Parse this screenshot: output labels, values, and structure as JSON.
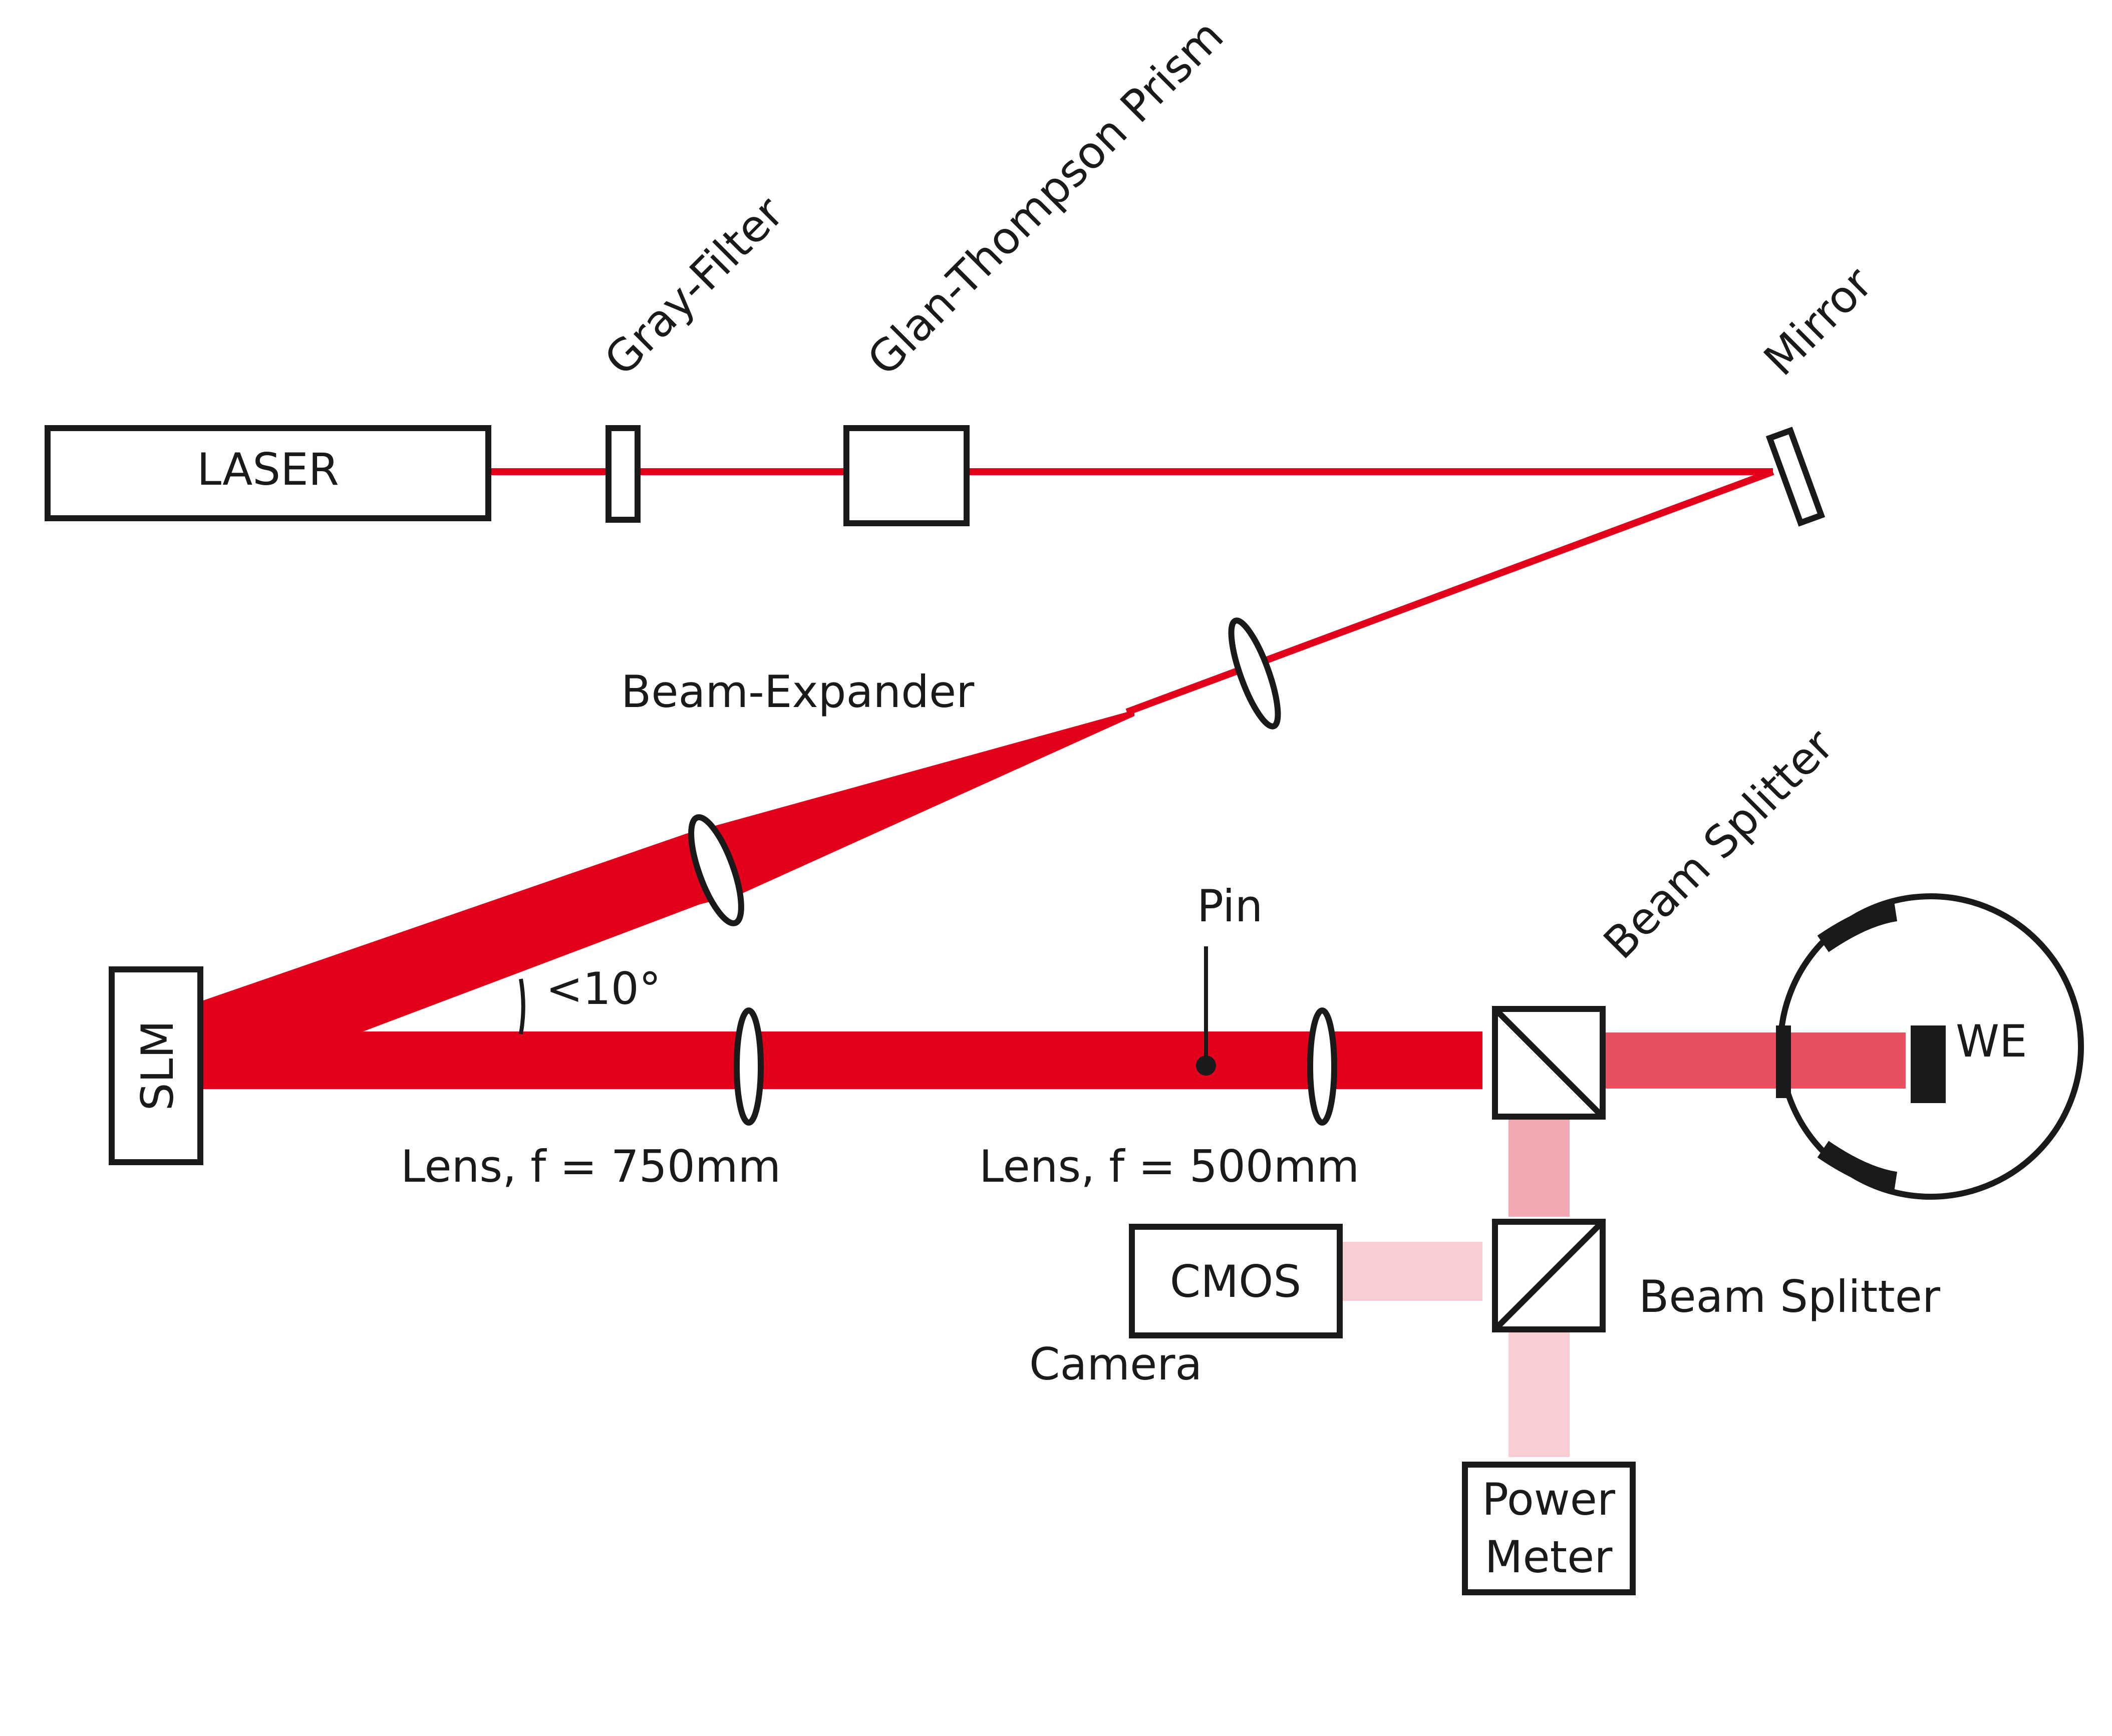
{
  "colors": {
    "beam_strong": "#e2001a",
    "beam_medium": "#e84f5f",
    "beam_light": "#f2a7b1",
    "beam_faint": "#f8cdd3",
    "outline": "#1a1a1a",
    "background": "#ffffff"
  },
  "components": {
    "laser": "LASER",
    "slm": "SLM",
    "cmos": "CMOS",
    "power_meter_line1": "Power",
    "power_meter_line2": "Meter",
    "we": "WE"
  },
  "labels": {
    "gray_filter": "Gray-Filter",
    "glan_thompson_prism": "Glan-Thompson Prism",
    "mirror": "Mirror",
    "beam_expander": "Beam-Expander",
    "pin": "Pin",
    "angle": "<10°",
    "beam_splitter_top": "Beam Splitter",
    "beam_splitter_bottom": "Beam Splitter",
    "lens_750": "Lens, f = 750mm",
    "lens_500": "Lens, f = 500mm",
    "camera": "Camera"
  }
}
